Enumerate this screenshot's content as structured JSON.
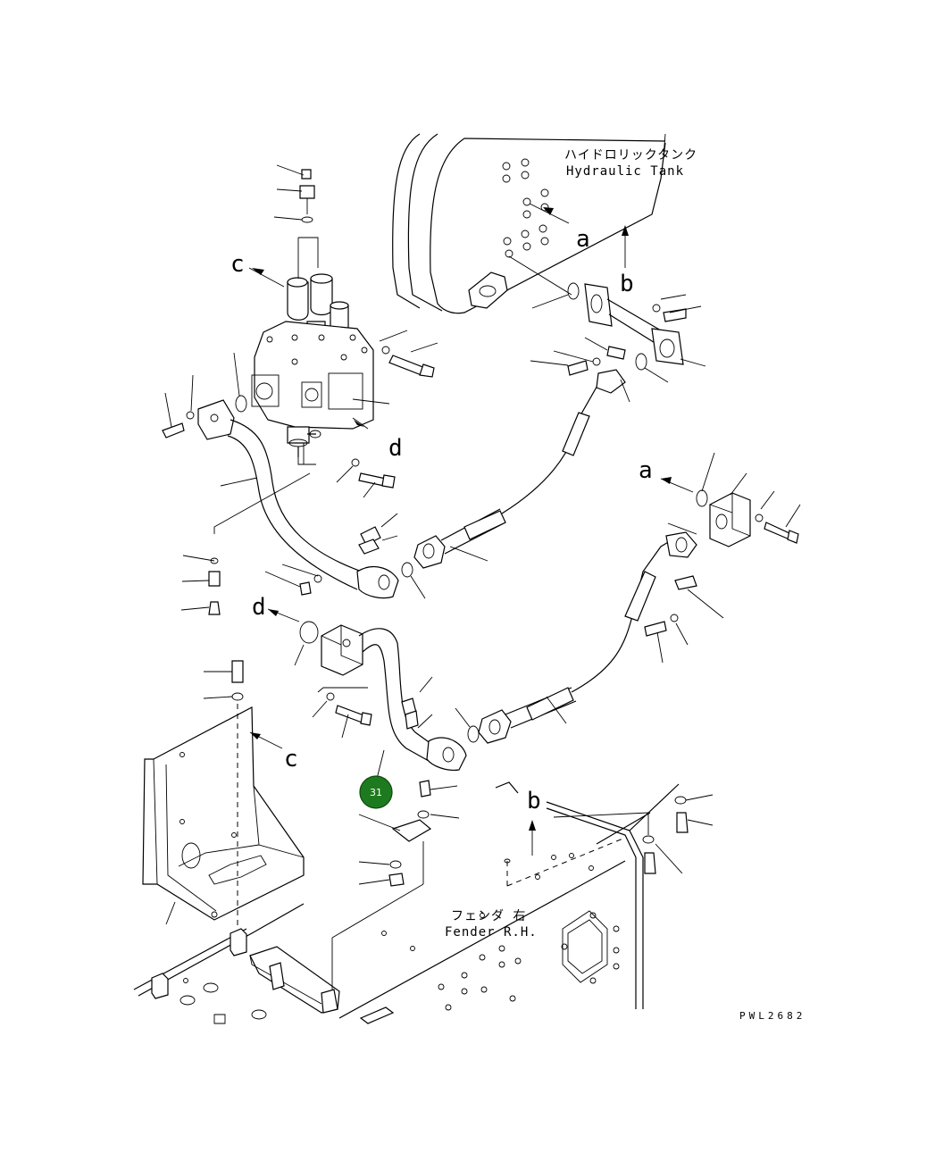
{
  "labels": {
    "hydraulic_tank_jp": "ハイドロリックタンク",
    "hydraulic_tank_en": "Hydraulic Tank",
    "fender_jp": "フェンダ 右",
    "fender_en": "Fender R.H.",
    "drawing_code": "PWL2682"
  },
  "view_letters": {
    "a_tank": "a",
    "a_block": "a",
    "b_tank": "b",
    "b_fender": "b",
    "c_valve": "c",
    "c_bracket": "c",
    "d_valve": "d",
    "d_block": "d"
  },
  "callout": {
    "number": "31",
    "color": "#1e7a1e"
  }
}
